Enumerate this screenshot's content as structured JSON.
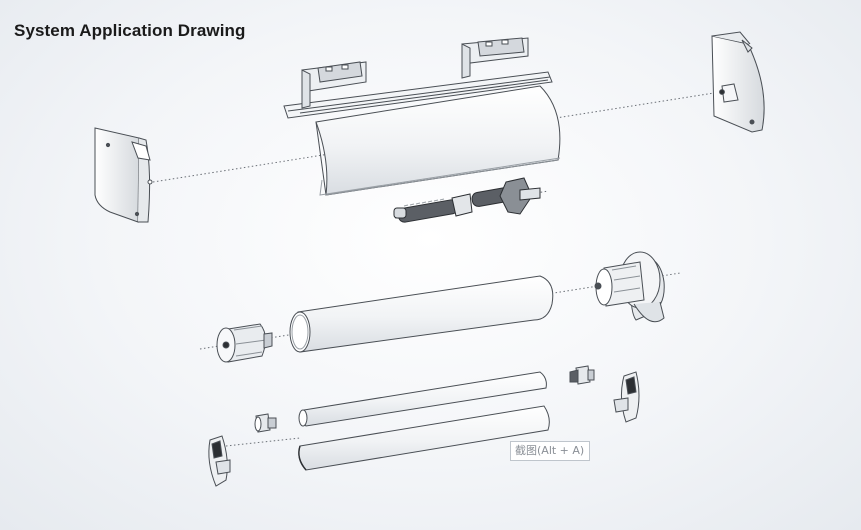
{
  "title": "System Application Drawing",
  "tooltip": "截图(Alt + A)",
  "diagram": {
    "parts": [
      "left-end-cap",
      "headrail-cassette",
      "mounting-bracket-left",
      "mounting-bracket-right",
      "right-end-cap",
      "spring-assembly",
      "idle-end-plug",
      "roller-tube",
      "control-unit",
      "bottom-rail-tube",
      "bottom-rail",
      "end-plug-small-left",
      "end-plug-small-right",
      "bottom-cap-left",
      "bottom-cap-right"
    ],
    "colors": {
      "line": "#4a4f55",
      "fill": "#f7f8fa",
      "shade": "#c9ced4",
      "dark": "#2c2f33"
    }
  }
}
